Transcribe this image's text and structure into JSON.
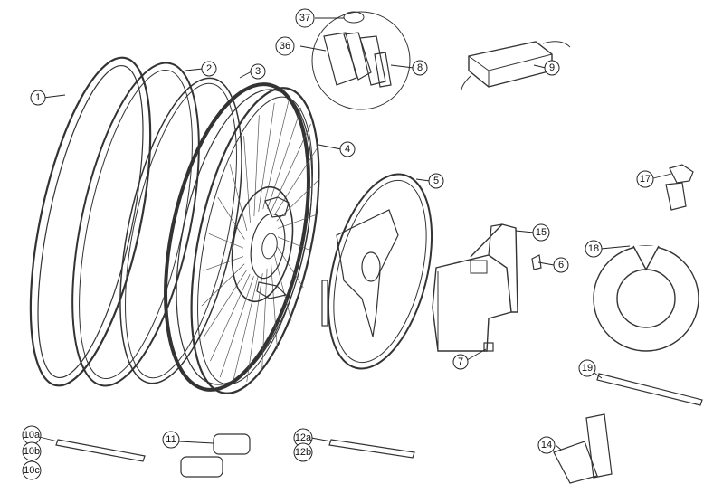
{
  "callouts": [
    "1",
    "2",
    "3",
    "4",
    "5",
    "6",
    "7",
    "8",
    "9",
    "10a",
    "10b",
    "10c",
    "11",
    "12a",
    "12b",
    "14",
    "15",
    "17",
    "18",
    "19",
    "36",
    "37"
  ]
}
